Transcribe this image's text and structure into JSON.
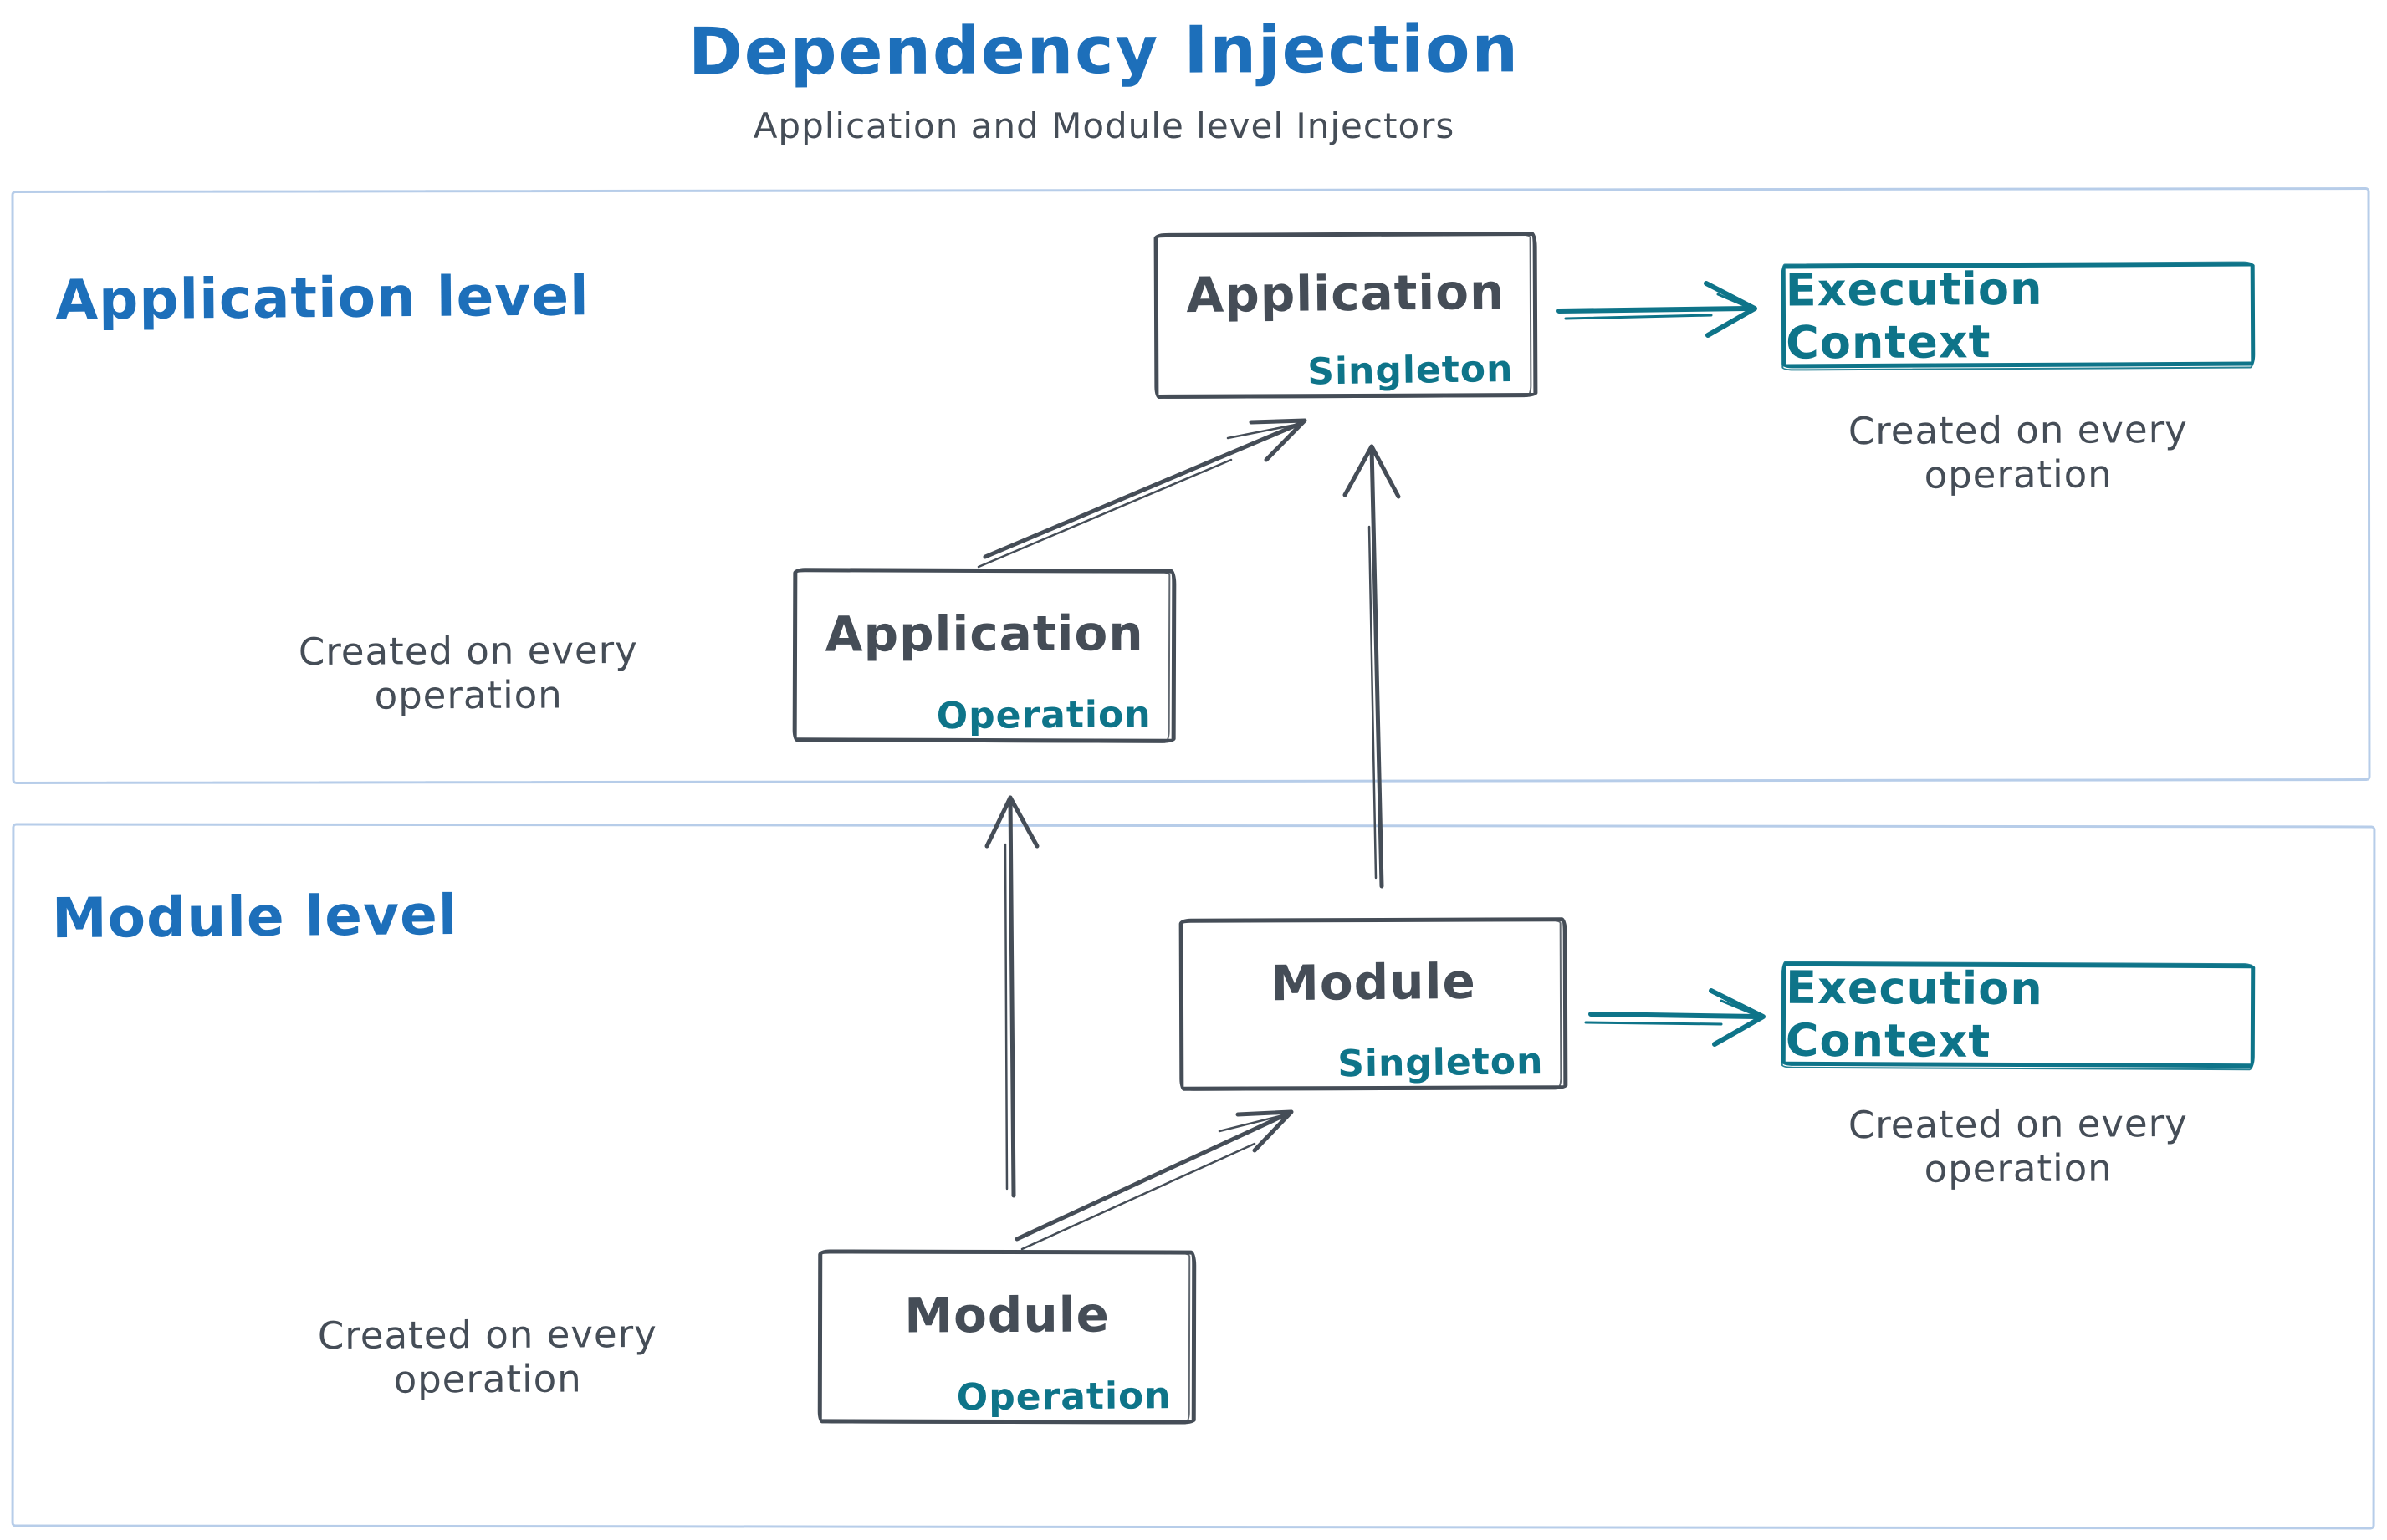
{
  "title": "Dependency Injection",
  "subtitle": "Application and Module level Injectors",
  "colors": {
    "title_blue": "#1d6fba",
    "ink_gray": "#454d57",
    "teal": "#0e7489",
    "frame_border": "#b7cde9"
  },
  "sections": {
    "application": {
      "label": "Application level"
    },
    "module": {
      "label": "Module level"
    }
  },
  "boxes": {
    "app_singleton": {
      "title": "Application",
      "tag": "Singleton"
    },
    "app_operation": {
      "title": "Application",
      "tag": "Operation"
    },
    "exec_app": {
      "title": "Execution Context"
    },
    "module_singleton": {
      "title": "Module",
      "tag": "Singleton"
    },
    "module_operation": {
      "title": "Module",
      "tag": "Operation"
    },
    "exec_module": {
      "title": "Execution Context"
    }
  },
  "captions": {
    "exec_app_below": "Created on every operation",
    "exec_module_below": "Created on every operation",
    "app_operation_left": "Created on every operation",
    "module_operation_left": "Created on every operation"
  },
  "edges": [
    {
      "from": "app_operation",
      "to": "app_singleton"
    },
    {
      "from": "module_singleton",
      "to": "app_singleton"
    },
    {
      "from": "module_operation",
      "to": "app_operation"
    },
    {
      "from": "module_operation",
      "to": "module_singleton"
    },
    {
      "from": "app_singleton",
      "to": "exec_app"
    },
    {
      "from": "module_singleton",
      "to": "exec_module"
    }
  ]
}
